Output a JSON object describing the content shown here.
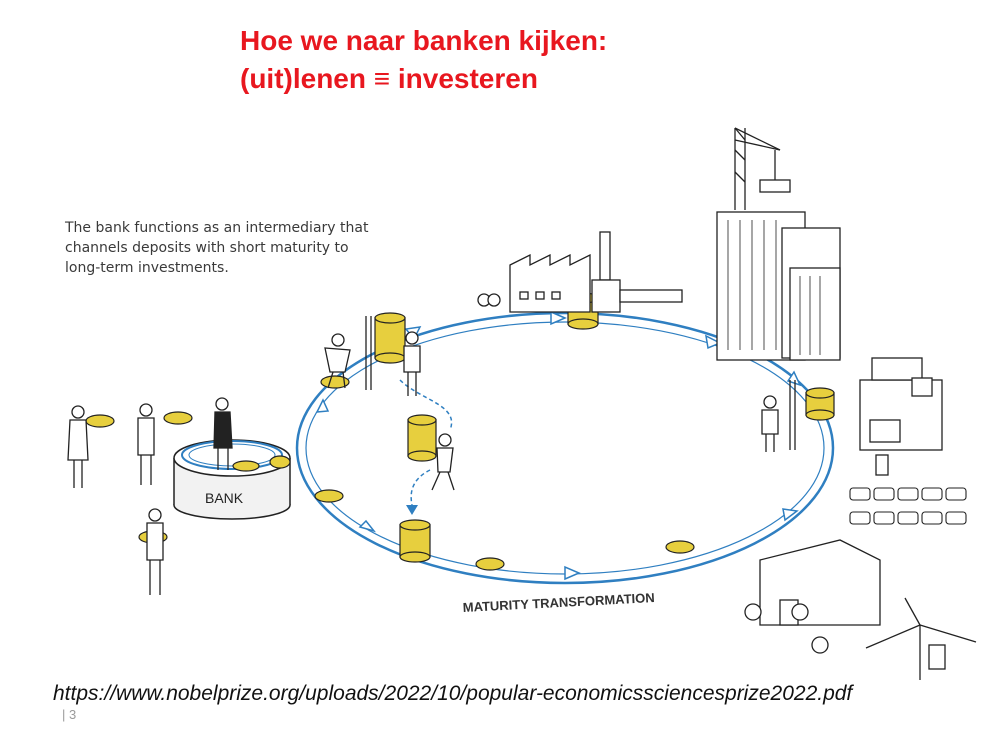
{
  "slide": {
    "title_line1": "Hoe we naar banken kijken:",
    "title_line2": "(uit)lenen ≡ investeren",
    "description_lines": [
      "The bank functions as an intermediary that",
      "channels deposits with short maturity to",
      "long-term investments."
    ],
    "bank_label": "BANK",
    "cycle_label": "MATURITY TRANSFORMATION",
    "source_url": "https://www.nobelprize.org/uploads/2022/10/popular-economicssciencesprize2022.pdf",
    "page_number": "| 3"
  },
  "colors": {
    "title": "#e8171f",
    "flow_arrows": "#2f7fc1",
    "coins": "#e7cf3e",
    "line_art": "#222222"
  },
  "icons": [
    "coin-stack-icon",
    "person-icon",
    "factory-icon",
    "skyscraper-icon",
    "crane-icon",
    "car-icon",
    "wind-turbine-icon",
    "machine-icon"
  ]
}
